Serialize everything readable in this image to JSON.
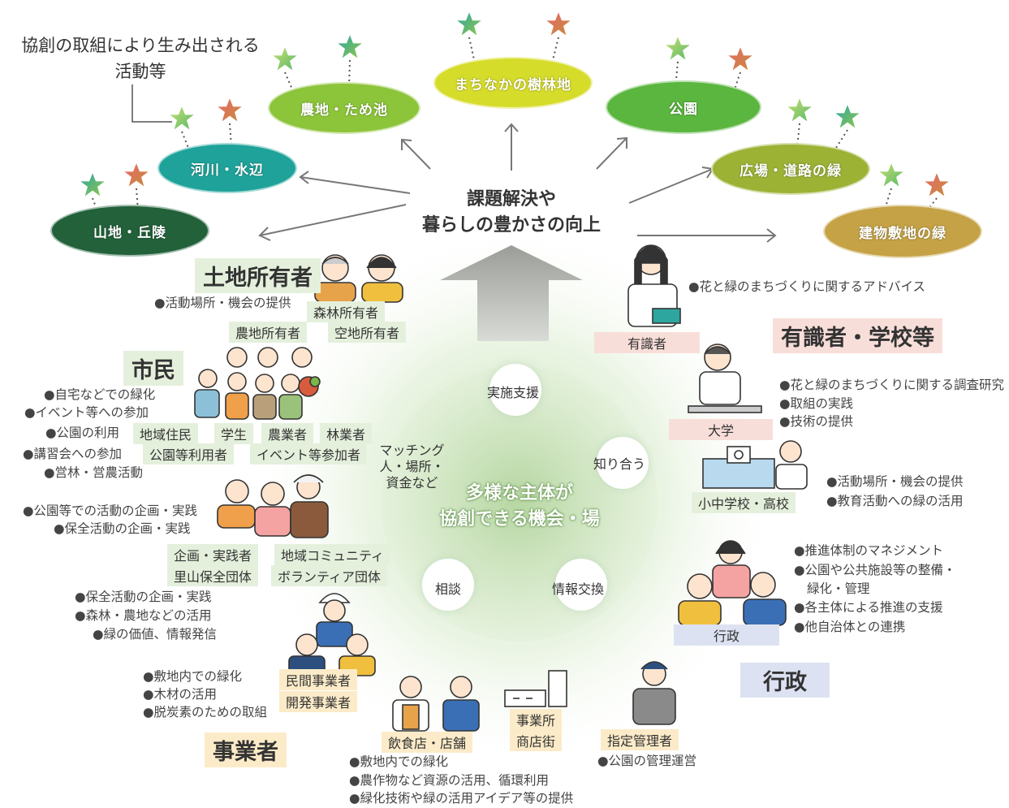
{
  "annotation": {
    "line1": "協創の取組により生み出される",
    "line2": "活動等"
  },
  "outcomes": [
    {
      "label": "山地・丘陵",
      "color": "#22613a"
    },
    {
      "label": "河川・水辺",
      "color": "#1ea29a"
    },
    {
      "label": "農地・ため池",
      "color": "#8cc43a"
    },
    {
      "label": "まちなかの樹林地",
      "color": "#d6dc2a"
    },
    {
      "label": "公園",
      "color": "#5bb640"
    },
    {
      "label": "広場・道路の緑",
      "color": "#9bb235"
    },
    {
      "label": "建物敷地の緑",
      "color": "#c4a245"
    }
  ],
  "goal": {
    "line1": "課題解決や",
    "line2": "暮らしの豊かさの向上"
  },
  "center": {
    "line1": "多様な主体が",
    "line2": "協創できる機会・場"
  },
  "cycle": {
    "support": "実施支援",
    "know": "知り合う",
    "info": "情報交換",
    "consult": "相談",
    "matching": [
      "マッチング",
      "人・場所・",
      "資金など"
    ]
  },
  "landowner": {
    "title": "土地所有者",
    "bullets": [
      "●活動場所・機会の提供"
    ],
    "tags": [
      "森林所有者",
      "農地所有者",
      "空地所有者"
    ]
  },
  "citizen": {
    "title": "市民",
    "bullets": [
      "●自宅などでの緑化",
      "●イベント等への参加",
      "●公園の利用",
      "●講習会への参加",
      "●営林・営農活動"
    ],
    "tags": [
      "地域住民",
      "学生",
      "農業者",
      "林業者",
      "公園等利用者",
      "イベント等参加者"
    ]
  },
  "groups": {
    "bullets_a": [
      "●公園等での活動の企画・実践",
      "●保全活動の企画・実践"
    ],
    "tags": [
      "企画・実践者",
      "地域コミュニティ",
      "里山保全団体",
      "ボランティア団体"
    ],
    "bullets_b": [
      "●保全活動の企画・実践",
      "●森林・農地などの活用",
      "●緑の価値、情報発信"
    ]
  },
  "business": {
    "title": "事業者",
    "bullets_a": [
      "●敷地内での緑化",
      "●木材の活用",
      "●脱炭素のための取組"
    ],
    "tags_a": [
      "民間事業者",
      "開発事業者"
    ],
    "tags_b": [
      "飲食店・店舗",
      "事業所",
      "商店街",
      "指定管理者"
    ],
    "bullets_b": [
      "●敷地内での緑化",
      "●農作物など資源の活用、循環利用",
      "●緑化技術や緑の活用アイデア等の提供"
    ],
    "bullet_c": "●公園の管理運営"
  },
  "experts": {
    "title": "有識者・学校等",
    "expert_tag": "有識者",
    "expert_bullet": "●花と緑のまちづくりに関するアドバイス",
    "univ_tag": "大学",
    "univ_bullets": [
      "●花と緑のまちづくりに関する調査研究",
      "●取組の実践",
      "●技術の提供"
    ],
    "school_tag": "小中学校・高校",
    "school_bullets": [
      "●活動場所・機会の提供",
      "●教育活動への緑の活用"
    ]
  },
  "gov": {
    "title": "行政",
    "tag": "行政",
    "bullets": [
      "●推進体制のマネジメント",
      "●公園や公共施設等の整備・",
      "緑化・管理",
      "●各主体による推進の支援",
      "●他自治体との連携"
    ]
  }
}
